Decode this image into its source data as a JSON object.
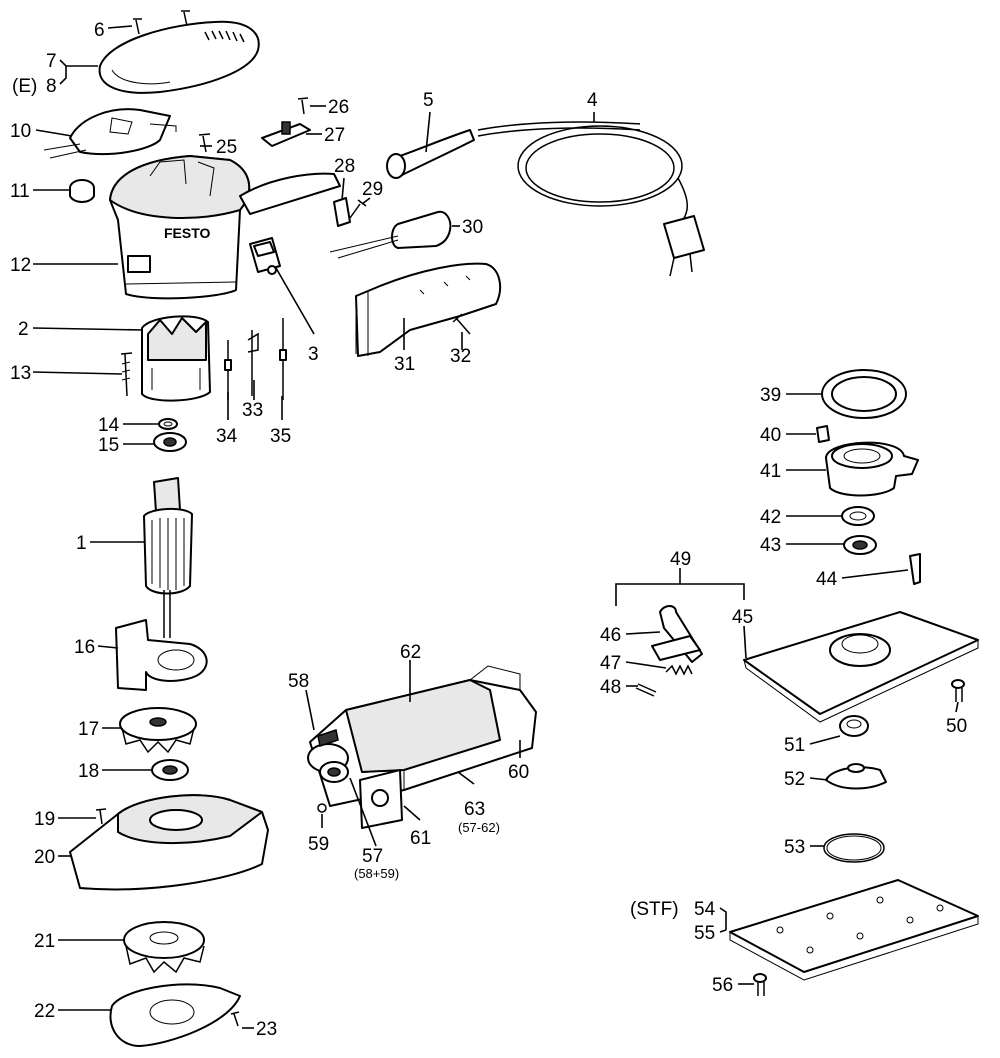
{
  "labels": {
    "p1": "1",
    "p2": "2",
    "p3": "3",
    "p4": "4",
    "p5": "5",
    "p6": "6",
    "p7": "7",
    "p8": "8",
    "p8_prefix": "(E)",
    "p10": "10",
    "p11": "11",
    "p12": "12",
    "p13": "13",
    "p14": "14",
    "p15": "15",
    "p16": "16",
    "p17": "17",
    "p18": "18",
    "p19": "19",
    "p20": "20",
    "p21": "21",
    "p22": "22",
    "p23": "23",
    "p25": "25",
    "p26": "26",
    "p27": "27",
    "p28": "28",
    "p29": "29",
    "p30": "30",
    "p31": "31",
    "p32": "32",
    "p33": "33",
    "p34": "34",
    "p35": "35",
    "p39": "39",
    "p40": "40",
    "p41": "41",
    "p42": "42",
    "p43": "43",
    "p44": "44",
    "p45": "45",
    "p46": "46",
    "p47": "47",
    "p48": "48",
    "p49": "49",
    "p50": "50",
    "p51": "51",
    "p52": "52",
    "p53": "53",
    "p54": "54",
    "p54_prefix": "(STF)",
    "p55": "55",
    "p56": "56",
    "p57": "57",
    "p57_note": "(58+59)",
    "p58": "58",
    "p59": "59",
    "p60": "60",
    "p61": "61",
    "p62": "62",
    "p63": "63",
    "p63_note": "(57-62)"
  },
  "brand_text": "FESTO"
}
